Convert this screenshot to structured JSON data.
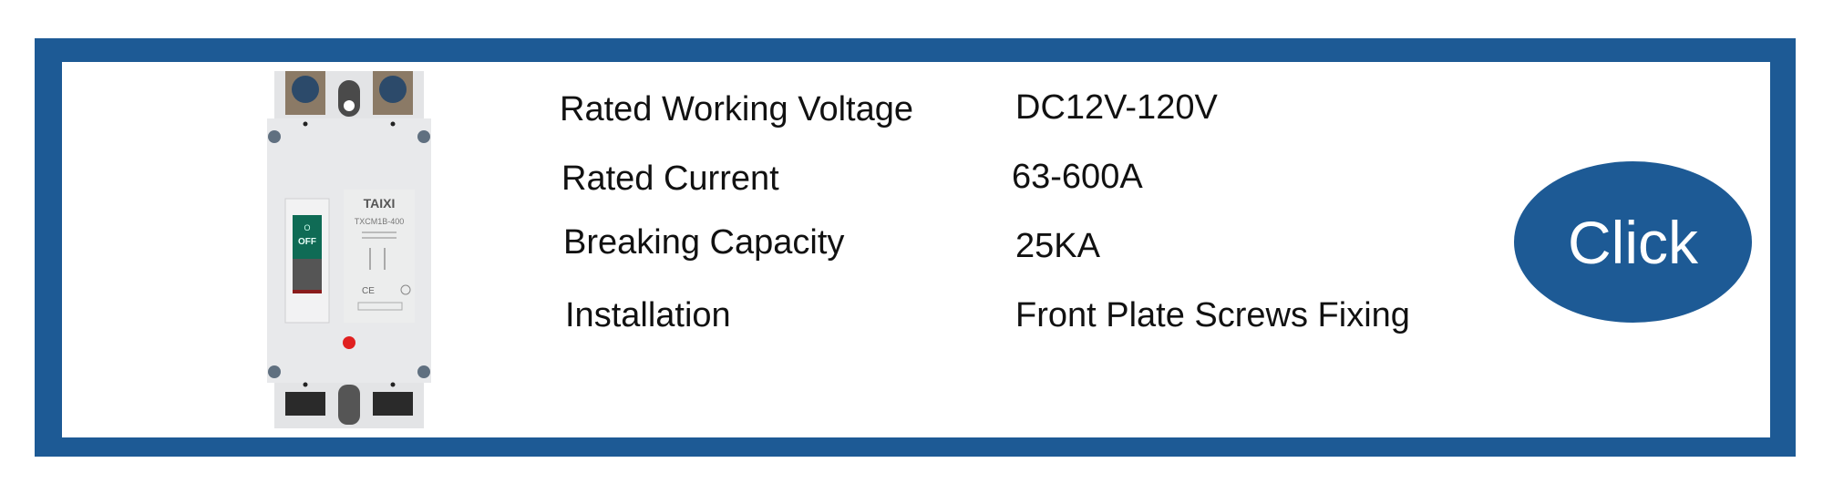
{
  "product": {
    "brand": "TAIXI",
    "model": "TXCM1B-400",
    "switch_label": "OFF",
    "switch_symbol": "O",
    "image_icon": "circuit-breaker-image"
  },
  "specs": [
    {
      "label": "Rated Working Voltage",
      "value": "DC12V-120V"
    },
    {
      "label": "Rated Current",
      "value": "63-600A"
    },
    {
      "label": "Breaking Capacity",
      "value": "25KA"
    },
    {
      "label": "Installation",
      "value": "Front Plate Screws Fixing"
    }
  ],
  "cta": {
    "label": "Click"
  },
  "colors": {
    "frame": "#1d5a95",
    "button": "#1d5a95",
    "text": "#111111",
    "switch": "#0f6b55"
  }
}
